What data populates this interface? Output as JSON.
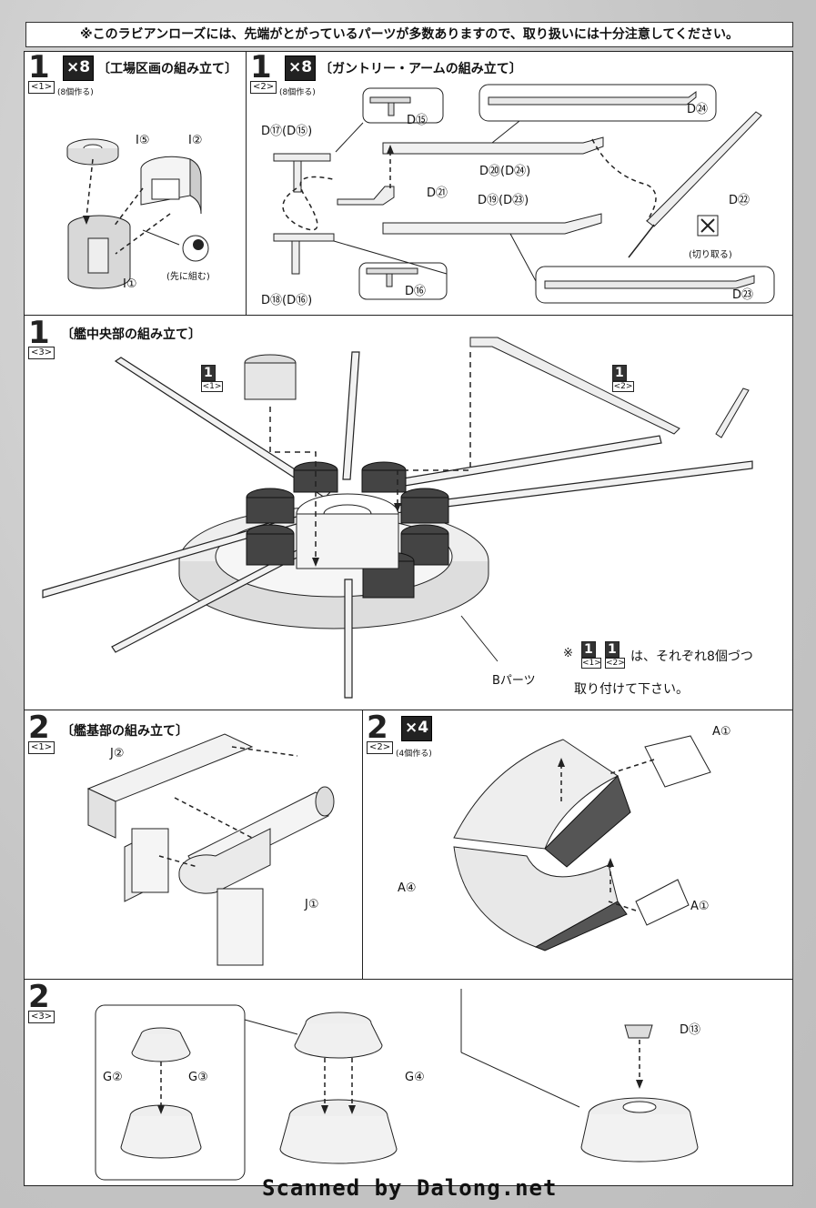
{
  "warning": "※このラビアンローズには、先端がとがっているパーツが多数ありますので、取り扱いには十分注意してください。",
  "steps": {
    "s1_1": {
      "num": "1",
      "sub": "<1>",
      "mult": "×8",
      "note": "(8個作る)",
      "title": "〔工場区画の組み立て〕",
      "labels": {
        "i5": "I⑤",
        "i2": "I②",
        "i1": "I①",
        "first": "(先に組む)"
      }
    },
    "s1_2": {
      "num": "1",
      "sub": "<2>",
      "mult": "×8",
      "note": "(8個作る)",
      "title": "〔ガントリー・アームの組み立て〕",
      "labels": {
        "d17": "D⑰(D⑮)",
        "d15": "D⑮",
        "d24a": "D㉔",
        "d20": "D⑳(D㉔)",
        "d21": "D㉑",
        "d19": "D⑲(D㉓)",
        "d22": "D㉒",
        "d18": "D⑱(D⑯)",
        "d16": "D⑯",
        "d23": "D㉓",
        "cut": "(切り取る)"
      }
    },
    "s1_3": {
      "num": "1",
      "sub": "<3>",
      "title": "〔艦中央部の組み立て〕",
      "ref1": {
        "num": "1",
        "sub": "<1>"
      },
      "ref2": {
        "num": "1",
        "sub": "<2>"
      },
      "bparts": "Bパーツ",
      "note_mark": "※",
      "note_text1": "は、それぞれ8個づつ",
      "note_text2": "取り付けて下さい。",
      "note_ref1": {
        "num": "1",
        "sub": "<1>"
      },
      "note_ref2": {
        "num": "1",
        "sub": "<2>"
      }
    },
    "s2_1": {
      "num": "2",
      "sub": "<1>",
      "title": "〔艦基部の組み立て〕",
      "labels": {
        "j2": "J②",
        "j1": "J①"
      }
    },
    "s2_2": {
      "num": "2",
      "sub": "<2>",
      "mult": "×4",
      "note": "(4個作る)",
      "labels": {
        "a1a": "A①",
        "a4": "A④",
        "a1b": "A①"
      }
    },
    "s2_3": {
      "num": "2",
      "sub": "<3>",
      "labels": {
        "g2": "G②",
        "g3": "G③",
        "g4": "G④",
        "d13": "D⑬"
      }
    }
  },
  "footer": "Scanned by Dalong.net"
}
